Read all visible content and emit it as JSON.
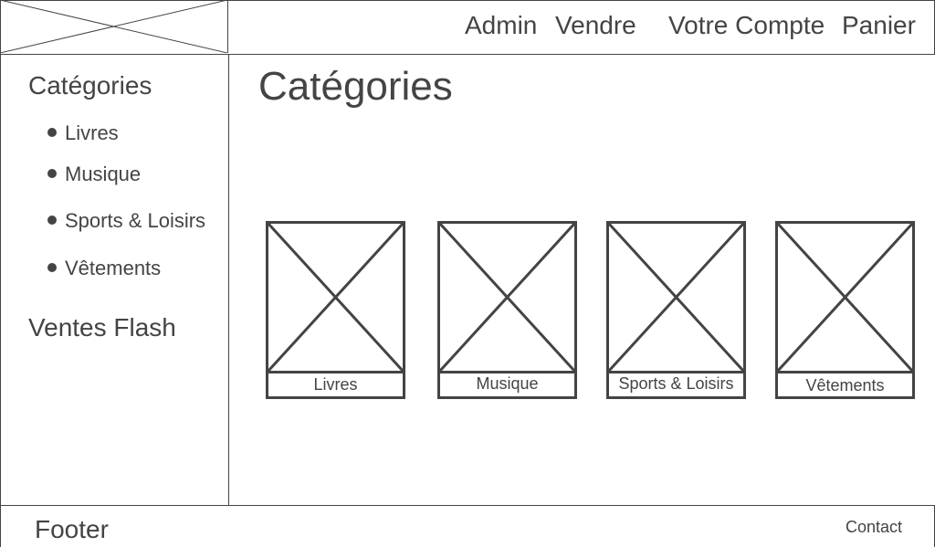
{
  "header": {
    "nav": [
      "Admin",
      "Vendre",
      "Votre Compte",
      "Panier"
    ]
  },
  "sidebar": {
    "heading": "Catégories",
    "items": [
      "Livres",
      "Musique",
      "Sports & Loisirs",
      "Vêtements"
    ],
    "flash_heading": "Ventes Flash"
  },
  "main": {
    "title": "Catégories",
    "cards": [
      "Livres",
      "Musique",
      "Sports & Loisirs",
      "Vêtements"
    ]
  },
  "footer": {
    "title": "Footer",
    "contact": "Contact"
  },
  "colors": {
    "stroke": "#444444",
    "background": "#ffffff"
  },
  "icons": {
    "placeholder": "image-placeholder-icon",
    "bullet": "bullet-icon"
  }
}
